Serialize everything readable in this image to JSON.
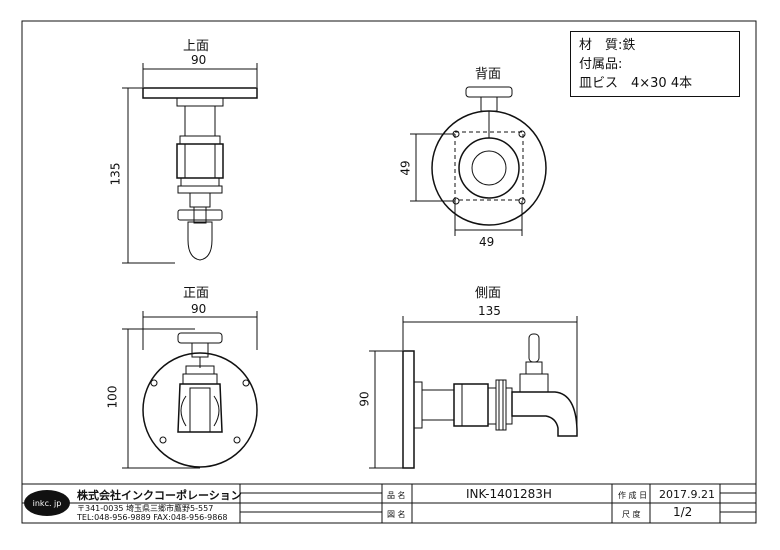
{
  "views": {
    "top": {
      "title": "上面",
      "width_dim": "90",
      "height_dim": "135"
    },
    "back": {
      "title": "背面",
      "height_dim": "49",
      "width_dim": "49"
    },
    "front": {
      "title": "正面",
      "width_dim": "90",
      "height_dim": "100"
    },
    "side": {
      "title": "側面",
      "width_dim": "135",
      "height_dim": "90"
    }
  },
  "spec": {
    "material": "材　質:鉄",
    "accessories_label": "付属品:",
    "accessories": "皿ビス　4×30  4本"
  },
  "title_block": {
    "logo": "inkc. jp",
    "company": "株式会社インクコーポレーション",
    "address": "〒341-0035 埼玉県三郷市鷹野5-557",
    "tel_fax": "TEL:048-956-9889  FAX:048-956-9868",
    "product_name_label": "品 名",
    "product_name": "INK-1401283H",
    "drawing_number_label": "図 名",
    "drawing_number": "",
    "date_label": "作 成 日",
    "date": "2017.9.21",
    "scale_label": "尺 度",
    "scale": "1/2"
  }
}
